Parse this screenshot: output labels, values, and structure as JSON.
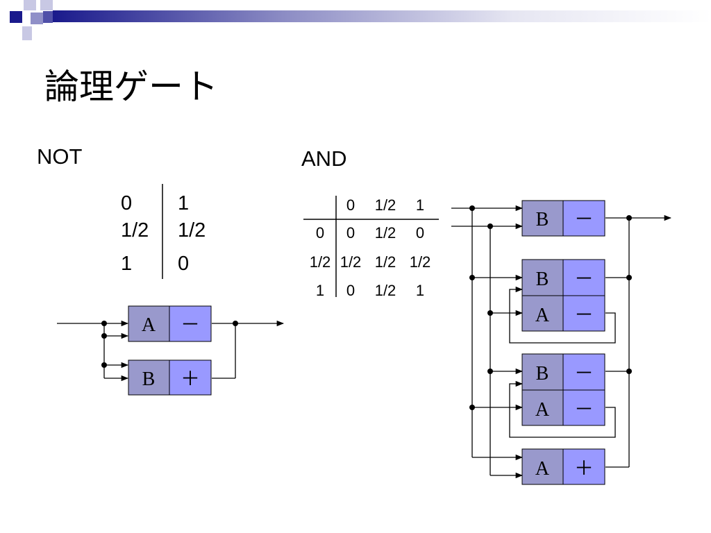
{
  "title": "論理ゲート",
  "not_section": {
    "label": "NOT",
    "table": [
      [
        "0",
        "1"
      ],
      [
        "1/2",
        "1/2"
      ],
      [
        "1",
        "0"
      ]
    ]
  },
  "and_section": {
    "label": "AND",
    "col_headers": [
      "0",
      "1/2",
      "1"
    ],
    "row_headers": [
      "0",
      "1/2",
      "1"
    ],
    "cells": [
      [
        "0",
        "1/2",
        "0"
      ],
      [
        "1/2",
        "1/2",
        "1/2"
      ],
      [
        "0",
        "1/2",
        "1"
      ]
    ]
  },
  "not_circuit": {
    "units": [
      {
        "left": "A",
        "right": "－"
      },
      {
        "left": "B",
        "right": "＋"
      }
    ]
  },
  "and_circuit": {
    "units": [
      {
        "left": "B",
        "right": "－"
      },
      {
        "left": "B",
        "right": "－"
      },
      {
        "left": "A",
        "right": "－"
      },
      {
        "left": "B",
        "right": "－"
      },
      {
        "left": "A",
        "right": "－"
      },
      {
        "left": "A",
        "right": "＋"
      }
    ]
  },
  "colors": {
    "left_box": "#9999cc",
    "right_box": "#9999ff",
    "header_dark": "#1a1a8c",
    "header_mid": "#7777bb"
  }
}
